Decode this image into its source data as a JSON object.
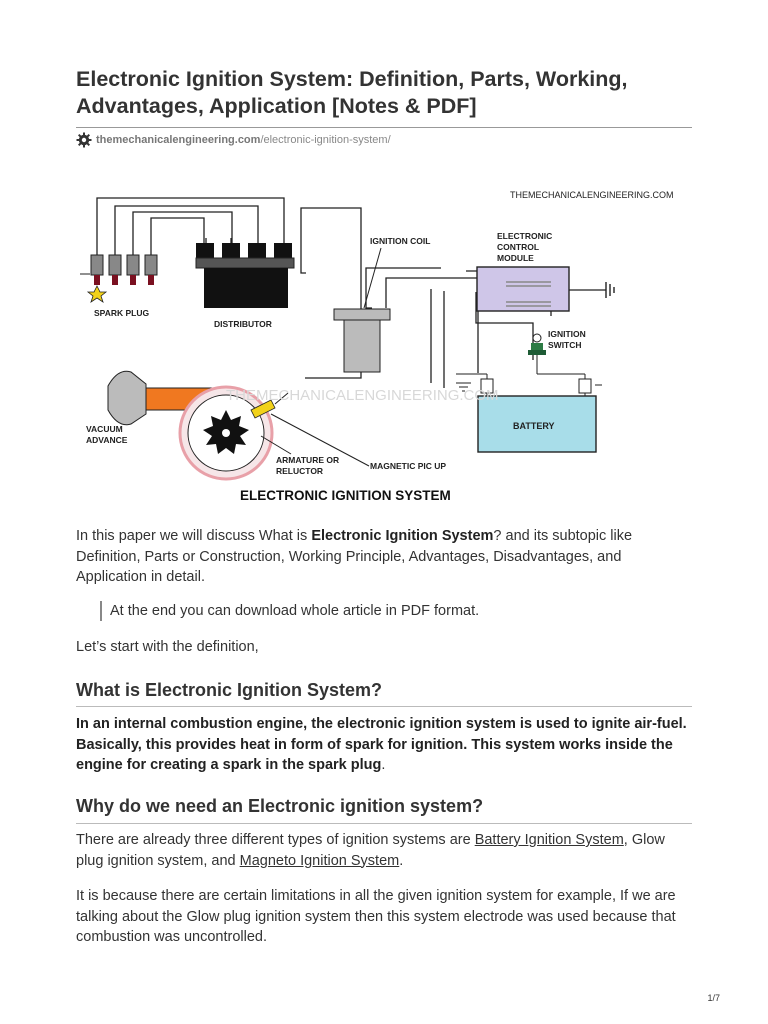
{
  "header": {
    "title": "Electronic Ignition System: Definition, Parts, Working, Advantages, Application [Notes & PDF]",
    "source_domain": "themechanicalengineering.com",
    "source_path": "/electronic-ignition-system/"
  },
  "figure": {
    "watermark_top": "THEMECHANICALENGINEERING.COM",
    "watermark_center": "THEMECHANICALENGINEERING.COM",
    "labels": {
      "ignition_coil": "IGNITION COIL",
      "ecm_1": "ELECTRONIC",
      "ecm_2": "CONTROL",
      "ecm_3": "MODULE",
      "spark_plug": "SPARK PLUG",
      "distributor": "DISTRIBUTOR",
      "ignition_switch_1": "IGNITION",
      "ignition_switch_2": "SWITCH",
      "battery": "BATTERY",
      "vacuum_1": "VACUUM",
      "vacuum_2": "ADVANCE",
      "armature_1": "ARMATURE OR",
      "armature_2": "RELUCTOR",
      "magnetic": "MAGNETIC PIC UP",
      "caption": "ELECTRONIC IGNITION SYSTEM"
    }
  },
  "content": {
    "intro_pre": "In this paper we will discuss What is ",
    "intro_bold": "Electronic Ignition System",
    "intro_post": "? and its subtopic like Definition, Parts or Construction, Working Principle, Advantages, Disadvantages, and Application in detail.",
    "quote": "At the end you can download whole article in PDF format.",
    "start": "Let’s start with the definition,",
    "h2_what": "What is Electronic Ignition System?",
    "definition_bold": "In an internal combustion engine, the electronic ignition system is used to ignite air-fuel. Basically, this provides heat in form of spark for ignition. This system works inside the engine for creating a spark in the spark plug",
    "definition_end": ".",
    "h2_why": "Why do we need an Electronic ignition system?",
    "why_pre": "There are already three different types of ignition systems are ",
    "why_link1": "Battery Ignition System",
    "why_mid": ", Glow plug ignition system, and ",
    "why_link2": "Magneto Ignition System",
    "why_end": ".",
    "limitations": "It is because there are certain limitations in all the given ignition system for example, If we are talking about the Glow plug ignition system then this system electrode was used because that combustion was uncontrolled."
  },
  "footer": {
    "page_number": "1/7"
  },
  "colors": {
    "battery_fill": "#a8dde9",
    "ecm_fill": "#cfc6e8",
    "vacuum_fill": "#f07820",
    "reluctor_ring": "#e8a0a8",
    "pickup_yellow": "#f2d21a"
  }
}
